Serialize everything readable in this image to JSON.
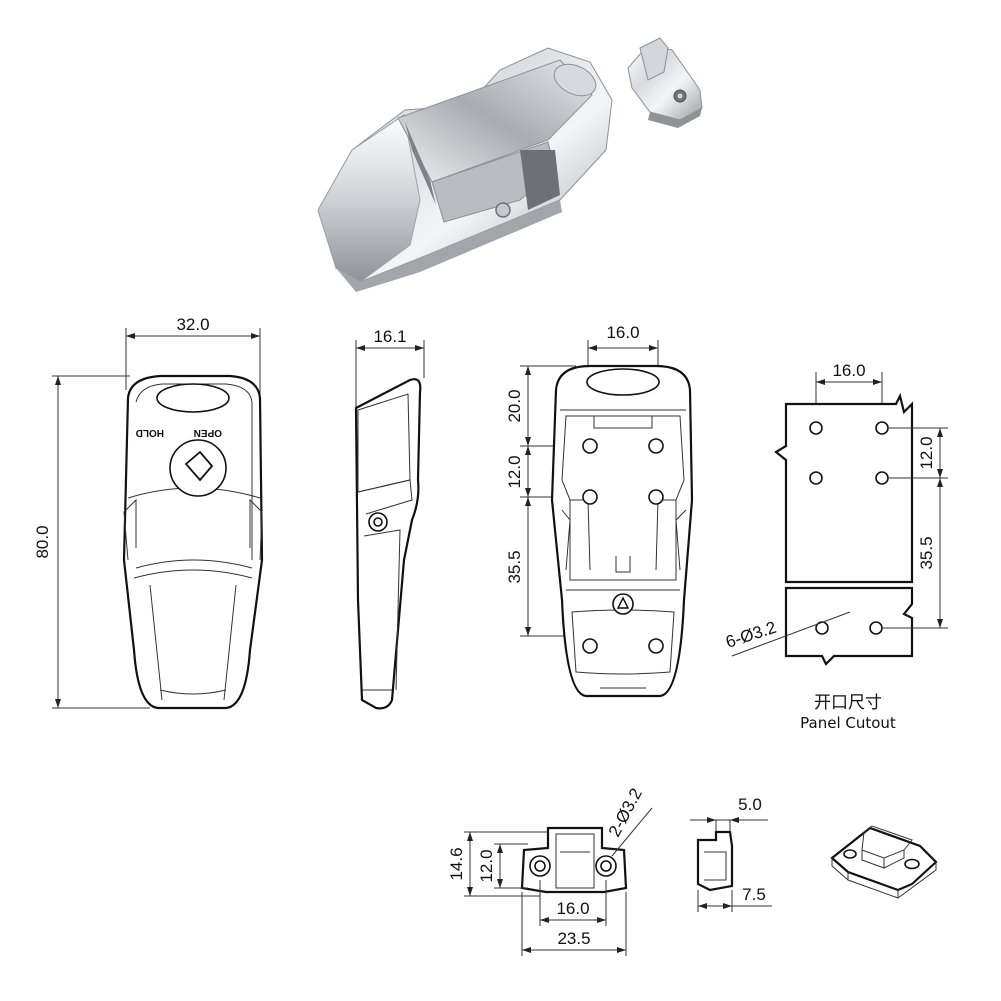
{
  "colors": {
    "line": "#111111",
    "chrome_light": "#f2f3f5",
    "chrome_mid": "#c9ccd1",
    "chrome_dark": "#8d9096",
    "background": "#ffffff"
  },
  "front_view": {
    "width_dim": "32.0",
    "height_dim": "80.0",
    "mark_left": "HOLD",
    "mark_right": "OPEN"
  },
  "side_view": {
    "width_dim": "16.1"
  },
  "back_view": {
    "width_dim": "16.0",
    "dim_top": "20.0",
    "dim_mid": "12.0",
    "dim_bottom": "35.5"
  },
  "panel_cutout": {
    "width_dim": "16.0",
    "dim_upper": "12.0",
    "dim_lower": "35.5",
    "hole_label": "6-Ø3.2",
    "caption_cn": "开口尺寸",
    "caption_en": "Panel Cutout"
  },
  "keeper_front": {
    "hole_label": "2-Ø3.2",
    "dim_outer_h": "14.6",
    "dim_inner_h": "12.0",
    "dim_inner_w": "16.0",
    "dim_outer_w": "23.5"
  },
  "keeper_side": {
    "dim_top": "5.0",
    "dim_bottom": "7.5"
  }
}
